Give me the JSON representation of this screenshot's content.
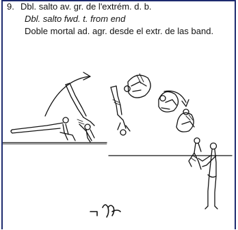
{
  "element": {
    "number": "9.",
    "title_french": "Dbl. salto av. gr. de l'extrém. d. b.",
    "title_english": "Dbl. salto fwd. t. from end",
    "title_spanish": "Doble mortal ad. agr. desde el extr. de las band."
  },
  "colors": {
    "frame": "#1c2a6e",
    "ink": "#111111"
  },
  "icons": [
    "curved-motion-arrow",
    "rotation-arrow",
    "apparatus-symbol"
  ]
}
